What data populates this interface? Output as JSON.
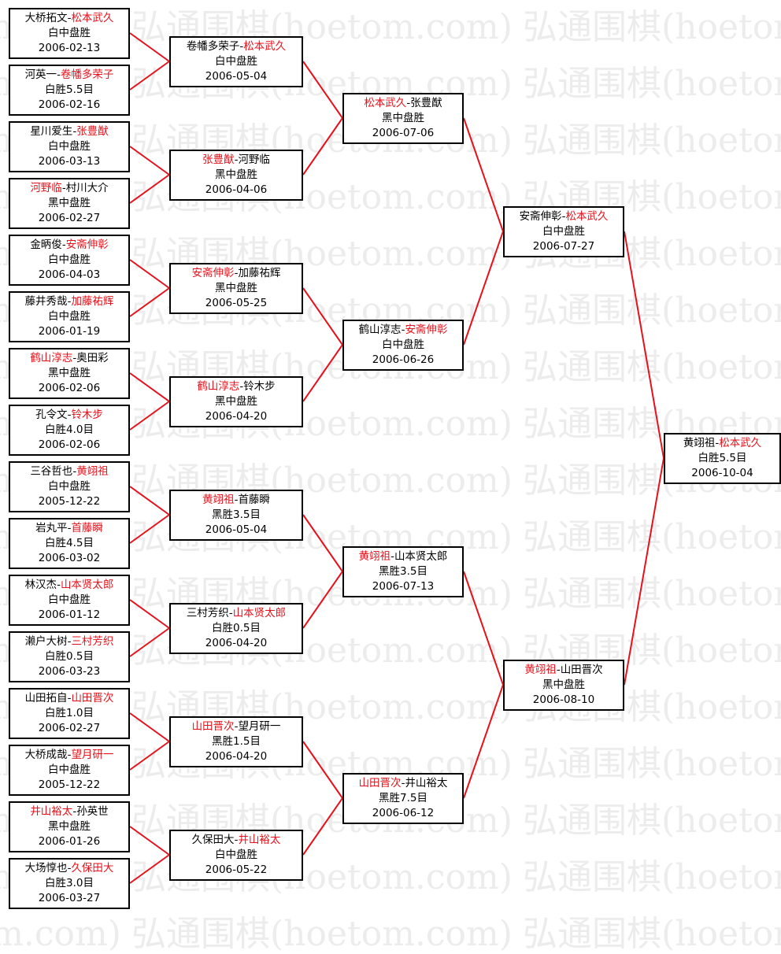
{
  "watermark": "弘通围棋(hoetom.com)",
  "colors": {
    "winner": "#e8101a",
    "line": "#e8101a",
    "border": "#000000"
  },
  "rounds": [
    [
      {
        "p": [
          "大桥拓文",
          "松本武久"
        ],
        "w": 1,
        "result": "白中盘胜",
        "date": "2006-02-13"
      },
      {
        "p": [
          "河英一",
          "卷幡多荣子"
        ],
        "w": 1,
        "result": "白胜5.5目",
        "date": "2006-02-16"
      },
      {
        "p": [
          "星川爱生",
          "张豊猷"
        ],
        "w": 1,
        "result": "白中盘胜",
        "date": "2006-03-13"
      },
      {
        "p": [
          "河野临",
          "村川大介"
        ],
        "w": 0,
        "result": "黑中盘胜",
        "date": "2006-02-27"
      },
      {
        "p": [
          "金昞俊",
          "安斋伸彰"
        ],
        "w": 1,
        "result": "白中盘胜",
        "date": "2006-04-03"
      },
      {
        "p": [
          "藤井秀哉",
          "加藤祐辉"
        ],
        "w": 1,
        "result": "白中盘胜",
        "date": "2006-01-19"
      },
      {
        "p": [
          "鹤山淳志",
          "奥田彩"
        ],
        "w": 0,
        "result": "黑中盘胜",
        "date": "2006-02-06"
      },
      {
        "p": [
          "孔令文",
          "铃木步"
        ],
        "w": 1,
        "result": "白胜4.0目",
        "date": "2006-02-06"
      },
      {
        "p": [
          "三谷哲也",
          "黄翊祖"
        ],
        "w": 1,
        "result": "白中盘胜",
        "date": "2005-12-22"
      },
      {
        "p": [
          "岩丸平",
          "首藤瞬"
        ],
        "w": 1,
        "result": "白胜4.5目",
        "date": "2006-03-02"
      },
      {
        "p": [
          "林汉杰",
          "山本贤太郎"
        ],
        "w": 1,
        "result": "白中盘胜",
        "date": "2006-01-12"
      },
      {
        "p": [
          "濑户大树",
          "三村芳织"
        ],
        "w": 1,
        "result": "白胜0.5目",
        "date": "2006-03-23"
      },
      {
        "p": [
          "山田拓自",
          "山田晋次"
        ],
        "w": 1,
        "result": "白胜1.0目",
        "date": "2006-02-27"
      },
      {
        "p": [
          "大桥成哉",
          "望月研一"
        ],
        "w": 1,
        "result": "白中盘胜",
        "date": "2005-12-22"
      },
      {
        "p": [
          "井山裕太",
          "孙英世"
        ],
        "w": 0,
        "result": "黑中盘胜",
        "date": "2006-01-26"
      },
      {
        "p": [
          "大场惇也",
          "久保田大"
        ],
        "w": 1,
        "result": "白胜3.0目",
        "date": "2006-03-27"
      }
    ],
    [
      {
        "p": [
          "卷幡多荣子",
          "松本武久"
        ],
        "w": 1,
        "result": "白中盘胜",
        "date": "2006-05-04"
      },
      {
        "p": [
          "张豊猷",
          "河野临"
        ],
        "w": 0,
        "result": "黑中盘胜",
        "date": "2006-04-06"
      },
      {
        "p": [
          "安斋伸彰",
          "加藤祐辉"
        ],
        "w": 0,
        "result": "黑中盘胜",
        "date": "2006-05-25"
      },
      {
        "p": [
          "鹤山淳志",
          "铃木步"
        ],
        "w": 0,
        "result": "黑中盘胜",
        "date": "2006-04-20"
      },
      {
        "p": [
          "黄翊祖",
          "首藤瞬"
        ],
        "w": 0,
        "result": "黑胜3.5目",
        "date": "2006-05-04"
      },
      {
        "p": [
          "三村芳织",
          "山本贤太郎"
        ],
        "w": 1,
        "result": "白胜0.5目",
        "date": "2006-04-20"
      },
      {
        "p": [
          "山田晋次",
          "望月研一"
        ],
        "w": 0,
        "result": "黑胜1.5目",
        "date": "2006-04-20"
      },
      {
        "p": [
          "久保田大",
          "井山裕太"
        ],
        "w": 1,
        "result": "白中盘胜",
        "date": "2006-05-22"
      }
    ],
    [
      {
        "p": [
          "松本武久",
          "张豊猷"
        ],
        "w": 0,
        "result": "黑中盘胜",
        "date": "2006-07-06"
      },
      {
        "p": [
          "鹤山淳志",
          "安斋伸彰"
        ],
        "w": 1,
        "result": "白中盘胜",
        "date": "2006-06-26"
      },
      {
        "p": [
          "黄翊祖",
          "山本贤太郎"
        ],
        "w": 0,
        "result": "黑胜3.5目",
        "date": "2006-07-13"
      },
      {
        "p": [
          "山田晋次",
          "井山裕太"
        ],
        "w": 0,
        "result": "黑胜7.5目",
        "date": "2006-06-12"
      }
    ],
    [
      {
        "p": [
          "安斋伸彰",
          "松本武久"
        ],
        "w": 1,
        "result": "白中盘胜",
        "date": "2006-07-27"
      },
      {
        "p": [
          "黄翊祖",
          "山田晋次"
        ],
        "w": 0,
        "result": "黑中盘胜",
        "date": "2006-08-10"
      }
    ],
    [
      {
        "p": [
          "黄翊祖",
          "松本武久"
        ],
        "w": 1,
        "result": "白胜5.5目",
        "date": "2006-10-04"
      }
    ]
  ]
}
